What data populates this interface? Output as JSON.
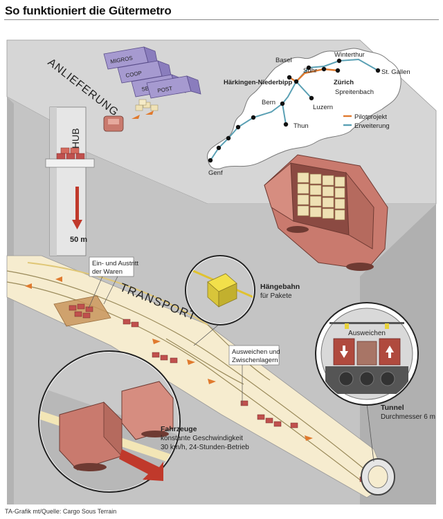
{
  "header": {
    "title": "So funktioniert die Gütermetro"
  },
  "labels": {
    "anlieferung": "ANLIEFERUNG",
    "hub": "HUB",
    "depth": "50 m",
    "transport": "TRANSPORT",
    "ein_austritt_1": "Ein- und Austritt",
    "ein_austritt_2": "der Waren",
    "haengebahn_title": "Hängebahn",
    "haengebahn_sub": "für Pakete",
    "ausweichen_1": "Ausweichen und",
    "ausweichen_2": "Zwischenlagern",
    "fahrzeuge_title": "Fahrzeuge",
    "fahrzeuge_sub1": "konstante Geschwindigkeit",
    "fahrzeuge_sub2": "30 km/h, 24-Stunden-Betrieb",
    "tunnel_title": "Tunnel",
    "tunnel_sub": "Durchmesser 6 m",
    "tunnel_ausweichen": "Ausweichen"
  },
  "trucks": [
    "MIGROS",
    "COOP",
    "SBB",
    "POST"
  ],
  "map": {
    "cities": {
      "basel": "Basel",
      "winterthur": "Winterthur",
      "suhr": "Suhr",
      "st_gallen": "St. Gallen",
      "haerkingen": "Härkingen-Niederbipp",
      "zuerich": "Zürich",
      "spreitenbach": "Spreitenbach",
      "bern": "Bern",
      "luzern": "Luzern",
      "thun": "Thun",
      "genf": "Genf"
    },
    "legend": [
      {
        "label": "Pilotprojekt",
        "color": "#e07a2e"
      },
      {
        "label": "Erweiterung",
        "color": "#5aa0b4"
      }
    ]
  },
  "credit": "TA-Grafik mt/Quelle: Cargo Sous Terrain",
  "colors": {
    "vehicle": "#c97a6e",
    "truck": "#a69ad0",
    "pilot": "#e07a2e",
    "extension": "#5aa0b4",
    "ground": "#bdbdbd"
  }
}
